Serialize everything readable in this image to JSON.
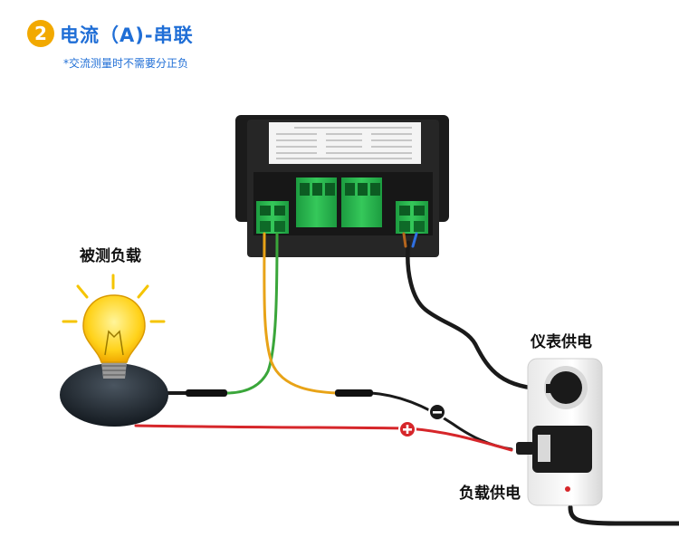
{
  "header": {
    "step_number": "2",
    "title": "电流（A)-串联",
    "subtitle": "*交流测量时不需要分正负"
  },
  "labels": {
    "load": "被测负载",
    "meter_power": "仪表供电",
    "load_power": "负载供电"
  },
  "polarity": {
    "positive": "+",
    "negative": "−"
  },
  "colors": {
    "title_blue": "#1f6ed6",
    "badge_orange": "#f2a900",
    "terminal_green": "#22b14c",
    "wire_yellow": "#e8a317",
    "wire_green": "#3aa63a",
    "wire_red": "#d6262a",
    "wire_black": "#1a1a1a"
  }
}
